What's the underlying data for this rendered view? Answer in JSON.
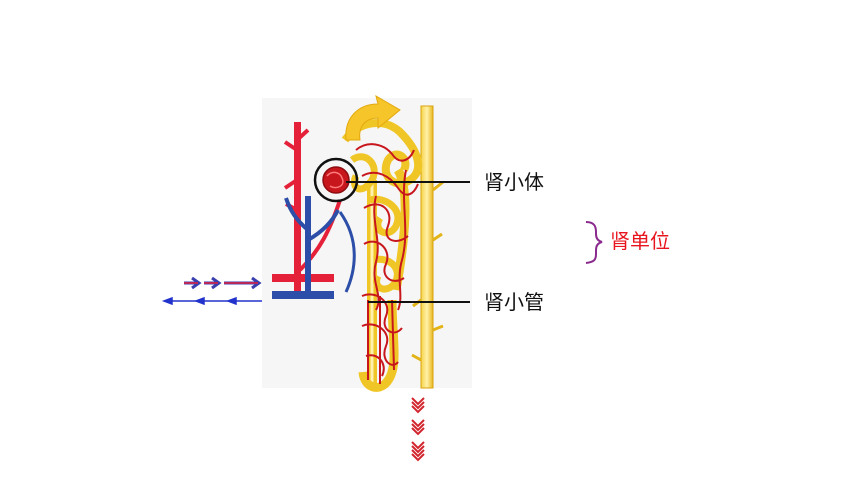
{
  "labels": {
    "renal_corpuscle": "肾小体",
    "renal_tubule": "肾小管",
    "nephron": "肾单位"
  },
  "colors": {
    "artery": "#e5213a",
    "vein": "#2c4ea8",
    "tubule": "#f3c61a",
    "tubule_outline": "#d9a30c",
    "capillary": "#c8161d",
    "brace": "#8a2a8e",
    "nephron_label": "#e8141e",
    "arrow_in": "#3a3fb0",
    "arrow_out": "#2233cc",
    "urine_arrow": "#d2262e"
  },
  "icons": {
    "flow_in": "right-arrow-icon",
    "flow_out": "left-arrow-icon",
    "urine_flow": "down-arrow-icon",
    "highlight": "circle-highlight-icon",
    "grouping": "curly-brace-icon"
  }
}
